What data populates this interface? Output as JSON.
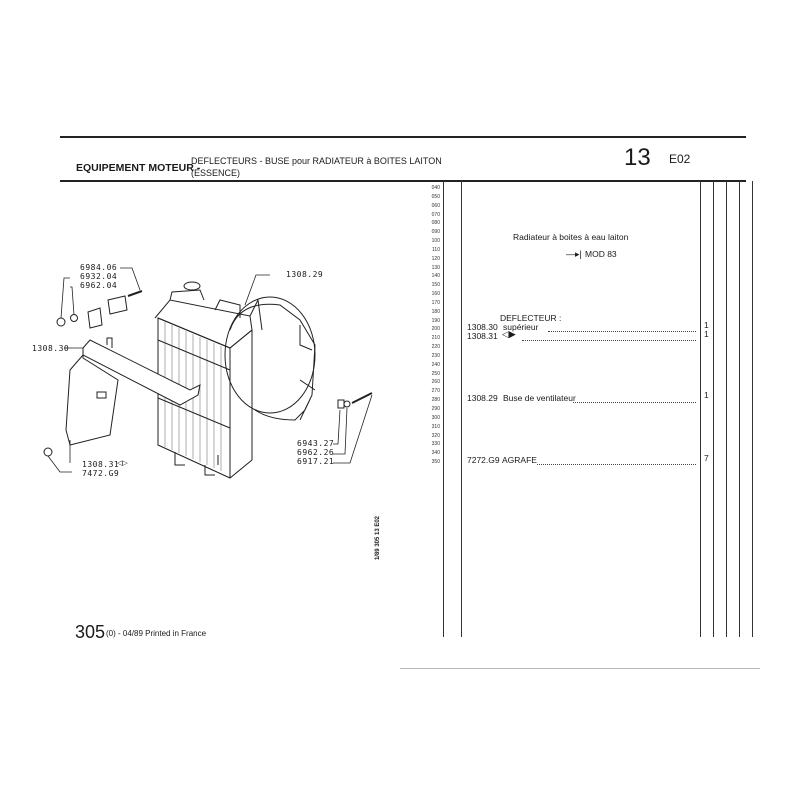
{
  "header": {
    "section": "EQUIPEMENT MOTEUR -",
    "title_line1": "DEFLECTEURS - BUSE pour RADIATEUR à BOITES LAITON",
    "title_line2": "(ESSENCE)",
    "group_number": "13",
    "group_code": "E02"
  },
  "line_numbers": [
    "040",
    "050",
    "060",
    "070",
    "080",
    "090",
    "100",
    "110",
    "120",
    "130",
    "140",
    "150",
    "160",
    "170",
    "180",
    "190",
    "200",
    "210",
    "220",
    "230",
    "240",
    "250",
    "260",
    "270",
    "280",
    "290",
    "300",
    "310",
    "320",
    "330",
    "340",
    "350"
  ],
  "parts_list": {
    "note": "Radiateur à boites à eau laiton",
    "mod": "MOD 83",
    "deflecteur_heading": "DEFLECTEUR :",
    "rows": [
      {
        "ref": "1308.30",
        "desc": "supérieur",
        "qty": "1"
      },
      {
        "ref": "1308.31",
        "desc": "",
        "qty": "1"
      },
      {
        "ref": "1308.29",
        "desc": "Buse de ventilateur",
        "qty": "1"
      },
      {
        "ref": "7272.G9",
        "desc": "AGRAFE",
        "qty": "7"
      }
    ]
  },
  "diagram_labels": {
    "l1": "6984.06",
    "l2": "6932.04",
    "l3": "6962.04",
    "l4": "1308.29",
    "l5": "1308.30",
    "l6": "6943.27",
    "l7": "6962.26",
    "l8": "6917.21",
    "l9": "1308.31",
    "l10": "7472.G9"
  },
  "side_code": "1/89 305 13 E02",
  "footer": {
    "model": "305",
    "edition": "(0) - 04/89 Printed in France"
  }
}
